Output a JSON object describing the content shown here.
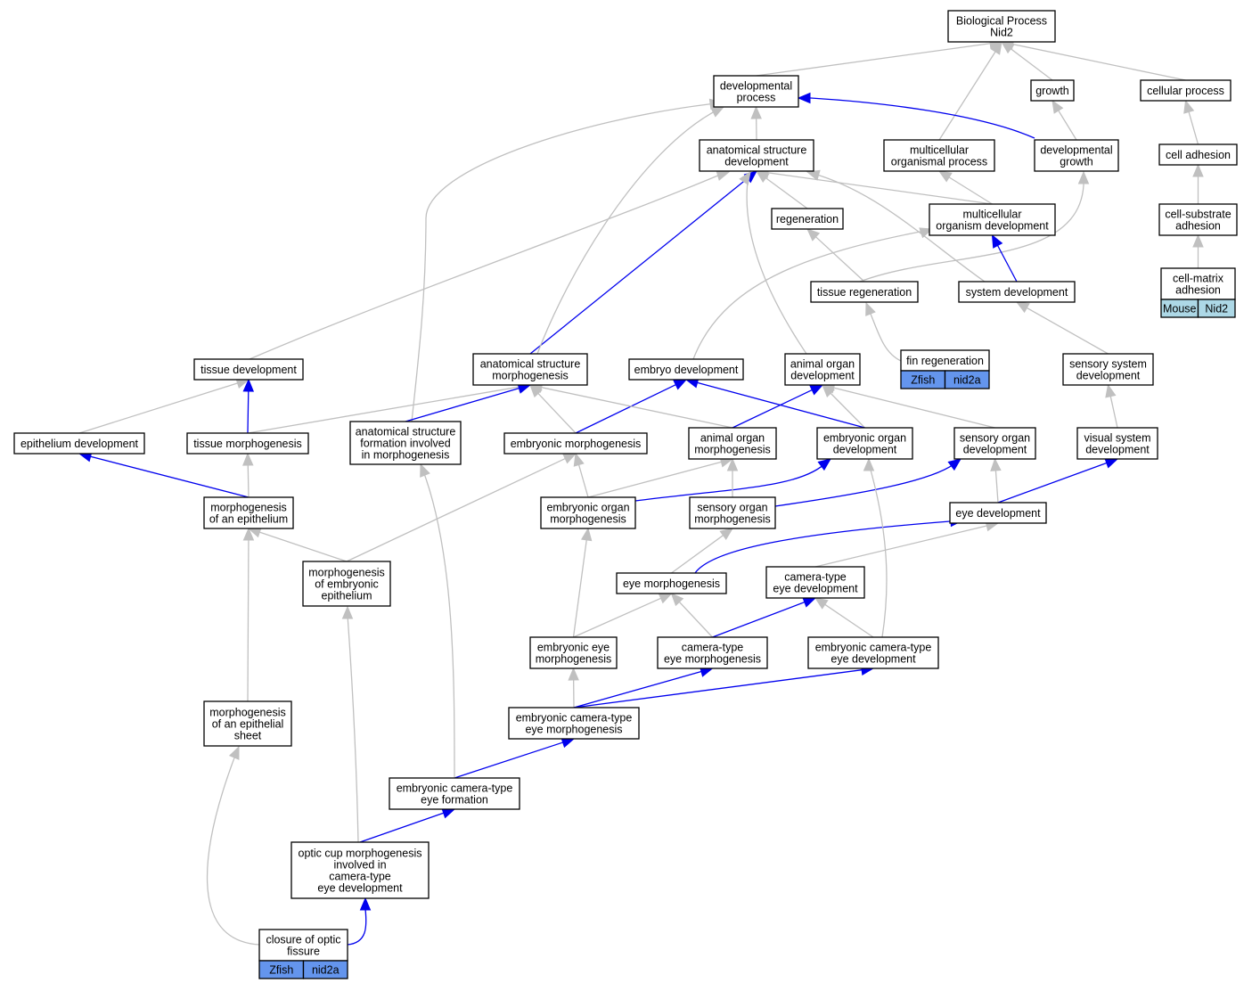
{
  "colors": {
    "is_a_edge": "#c0c0c0",
    "part_of_edge": "#0000ee",
    "zfish_tag": "#6495ed",
    "mouse_tag": "#add8e6",
    "node_border": "#000000"
  },
  "nodes": {
    "bp": {
      "lines": [
        "Biological Process",
        "Nid2"
      ]
    },
    "dev_proc": {
      "lines": [
        "developmental",
        "process"
      ]
    },
    "growth": {
      "lines": [
        "growth"
      ]
    },
    "cell_proc": {
      "lines": [
        "cellular process"
      ]
    },
    "asd": {
      "lines": [
        "anatomical structure",
        "development"
      ]
    },
    "mop": {
      "lines": [
        "multicellular",
        "organismal process"
      ]
    },
    "dev_growth": {
      "lines": [
        "developmental",
        "growth"
      ]
    },
    "cell_adh": {
      "lines": [
        "cell adhesion"
      ]
    },
    "regen": {
      "lines": [
        "regeneration"
      ]
    },
    "mod": {
      "lines": [
        "multicellular",
        "organism development"
      ]
    },
    "csa": {
      "lines": [
        "cell-substrate",
        "adhesion"
      ]
    },
    "tissue_regen": {
      "lines": [
        "tissue regeneration"
      ]
    },
    "sys_dev": {
      "lines": [
        "system development"
      ]
    },
    "cma": {
      "lines": [
        "cell-matrix",
        "adhesion"
      ],
      "tags": [
        "Mouse",
        "Nid2"
      ]
    },
    "fin_regen": {
      "lines": [
        "fin regeneration"
      ],
      "tags": [
        "Zfish",
        "nid2a"
      ]
    },
    "tissue_dev": {
      "lines": [
        "tissue development"
      ]
    },
    "asm": {
      "lines": [
        "anatomical structure",
        "morphogenesis"
      ]
    },
    "embryo_dev": {
      "lines": [
        "embryo development"
      ]
    },
    "aod": {
      "lines": [
        "animal organ",
        "development"
      ]
    },
    "ssd": {
      "lines": [
        "sensory system",
        "development"
      ]
    },
    "epi_dev": {
      "lines": [
        "epithelium development"
      ]
    },
    "tissue_morph": {
      "lines": [
        "tissue morphogenesis"
      ]
    },
    "asf": {
      "lines": [
        "anatomical structure",
        "formation involved",
        "in morphogenesis"
      ]
    },
    "emb_morph": {
      "lines": [
        "embryonic morphogenesis"
      ]
    },
    "aom": {
      "lines": [
        "animal organ",
        "morphogenesis"
      ]
    },
    "eod": {
      "lines": [
        "embryonic organ",
        "development"
      ]
    },
    "sod": {
      "lines": [
        "sensory organ",
        "development"
      ]
    },
    "vsd": {
      "lines": [
        "visual system",
        "development"
      ]
    },
    "moe": {
      "lines": [
        "morphogenesis",
        "of an epithelium"
      ]
    },
    "eom": {
      "lines": [
        "embryonic organ",
        "morphogenesis"
      ]
    },
    "som": {
      "lines": [
        "sensory organ",
        "morphogenesis"
      ]
    },
    "eye_dev": {
      "lines": [
        "eye development"
      ]
    },
    "moee": {
      "lines": [
        "morphogenesis",
        "of embryonic",
        "epithelium"
      ]
    },
    "eye_morph": {
      "lines": [
        "eye morphogenesis"
      ]
    },
    "cted": {
      "lines": [
        "camera-type",
        "eye development"
      ]
    },
    "eem": {
      "lines": [
        "embryonic eye",
        "morphogenesis"
      ]
    },
    "ctem": {
      "lines": [
        "camera-type",
        "eye morphogenesis"
      ]
    },
    "ected": {
      "lines": [
        "embryonic camera-type",
        "eye development"
      ]
    },
    "moes": {
      "lines": [
        "morphogenesis",
        "of an epithelial",
        "sheet"
      ]
    },
    "ectem": {
      "lines": [
        "embryonic camera-type",
        "eye morphogenesis"
      ]
    },
    "ectef": {
      "lines": [
        "embryonic camera-type",
        "eye formation"
      ]
    },
    "ocm": {
      "lines": [
        "optic cup morphogenesis",
        "involved in",
        "camera-type",
        "eye development"
      ]
    },
    "cof": {
      "lines": [
        "closure of optic",
        "fissure"
      ],
      "tags": [
        "Zfish",
        "nid2a"
      ]
    }
  }
}
